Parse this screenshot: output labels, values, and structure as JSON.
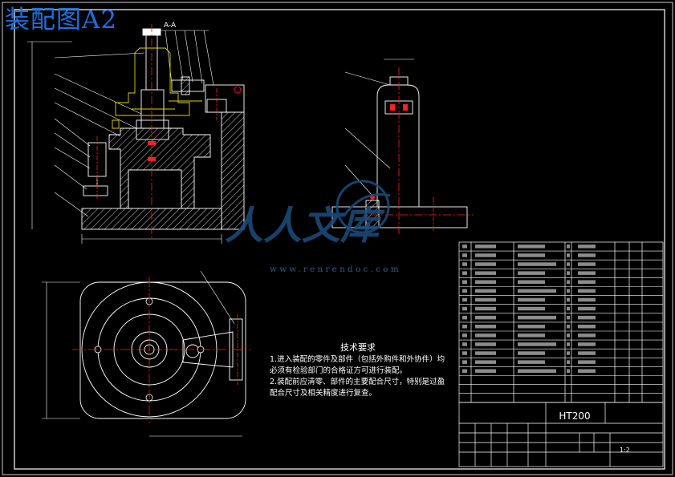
{
  "drawing": {
    "title": "装配图A2",
    "section_label": "A-A",
    "material": "HT200",
    "scale": "1:2"
  },
  "watermark": {
    "text": "人人文库",
    "url": "www.renrendoc.com"
  },
  "tech_requirements": {
    "heading": "技术要求",
    "line1": "1.进入装配的零件及部件（包括外购件和外协件）均",
    "line2": "必须有检验部门的合格证方可进行装配。",
    "line3": "2.装配前应清零、部件的主要配合尺寸，特别是过盈",
    "line4": "配合尺寸及相关精度进行复查。"
  },
  "colors": {
    "background": "#000000",
    "line": "#ffffff",
    "centerline": "#ff2020",
    "yellow": "#e6d000",
    "title": "#1f6fe0",
    "watermark": "#1b4a78"
  }
}
